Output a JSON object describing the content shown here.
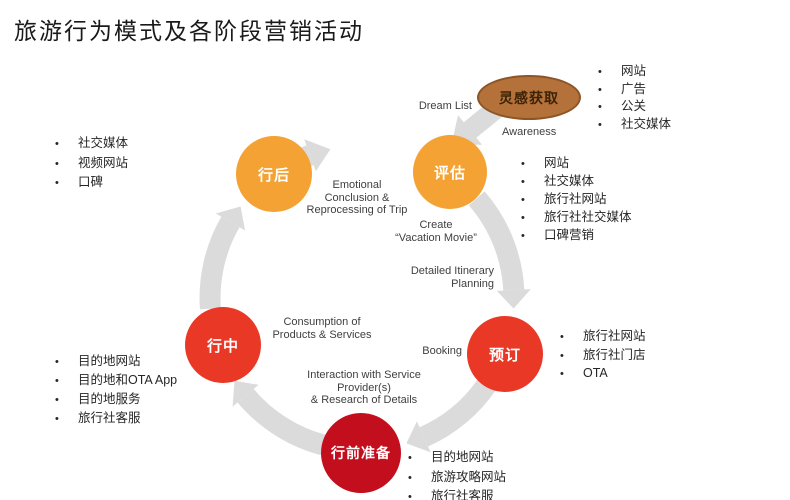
{
  "title": "旅游行为模式及各阶段营销活动",
  "colors": {
    "orange": "#F3A233",
    "red": "#EA3827",
    "darkred": "#C30E1E",
    "brown": "#B4713A",
    "brownborder": "#8C5527",
    "browntext": "#3C2306",
    "arrow": "#DBDBDB",
    "labeltext": "#3F3F3F",
    "bullettext": "#262626",
    "titlecolor": "#1A1A1A"
  },
  "icons": {
    "bullet": "•"
  },
  "cycle": {
    "inspiration": {
      "label": "灵感获取"
    },
    "stages": {
      "evaluate": {
        "label": "评估"
      },
      "booking": {
        "label": "预订"
      },
      "prepare": {
        "label": "行前准备"
      },
      "during": {
        "label": "行中"
      },
      "after": {
        "label": "行后"
      }
    }
  },
  "flow_labels": {
    "dream_list": "Dream List",
    "awareness": "Awareness",
    "create_movie": [
      "Create",
      "“Vacation Movie”"
    ],
    "itinerary": [
      "Detailed Itinerary",
      "Planning"
    ],
    "booking": "Booking",
    "interaction": [
      "Interaction with Service",
      "Provider(s)",
      "& Research of Details"
    ],
    "consumption": [
      "Consumption of",
      "Products & Services"
    ],
    "emotional": [
      "Emotional",
      "Conclusion &",
      "Reprocessing of Trip"
    ]
  },
  "channel_lists": {
    "inspiration": {
      "items": [
        "网站",
        "广告",
        "公关",
        "社交媒体"
      ]
    },
    "evaluate": {
      "items": [
        "网站",
        "社交媒体",
        "旅行社网站",
        "旅行社社交媒体",
        "口碑营销"
      ]
    },
    "booking": {
      "items": [
        "旅行社网站",
        "旅行社门店",
        "OTA"
      ]
    },
    "prepare": {
      "items": [
        "目的地网站",
        "旅游攻略网站",
        "旅行社客服"
      ]
    },
    "during": {
      "items": [
        "目的地网站",
        "目的地和OTA App",
        "目的地服务",
        "旅行社客服"
      ]
    },
    "after": {
      "items": [
        "社交媒体",
        "视频网站",
        "口碑"
      ]
    }
  }
}
